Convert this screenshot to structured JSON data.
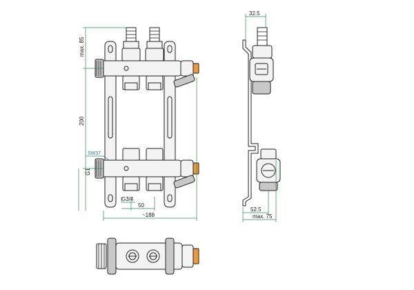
{
  "front_view": {
    "brand_top": "",
    "brand_bottom": "",
    "dim_max_85": "max. 85",
    "dim_200": "200",
    "dim_sw37": "SW37",
    "dim_g1": "G1",
    "dim_g34": "G3/4",
    "dim_50": "50",
    "dim_188": "~188"
  },
  "side_view": {
    "dim_32_5": "32.5",
    "dim_52_5": "52.5",
    "dim_max_75": "max. 75"
  },
  "colors": {
    "dimension_line": "#2e8b57",
    "outline": "#222222",
    "accent_orange": "#e9983a",
    "callout_blue": "#2a6fa8"
  }
}
